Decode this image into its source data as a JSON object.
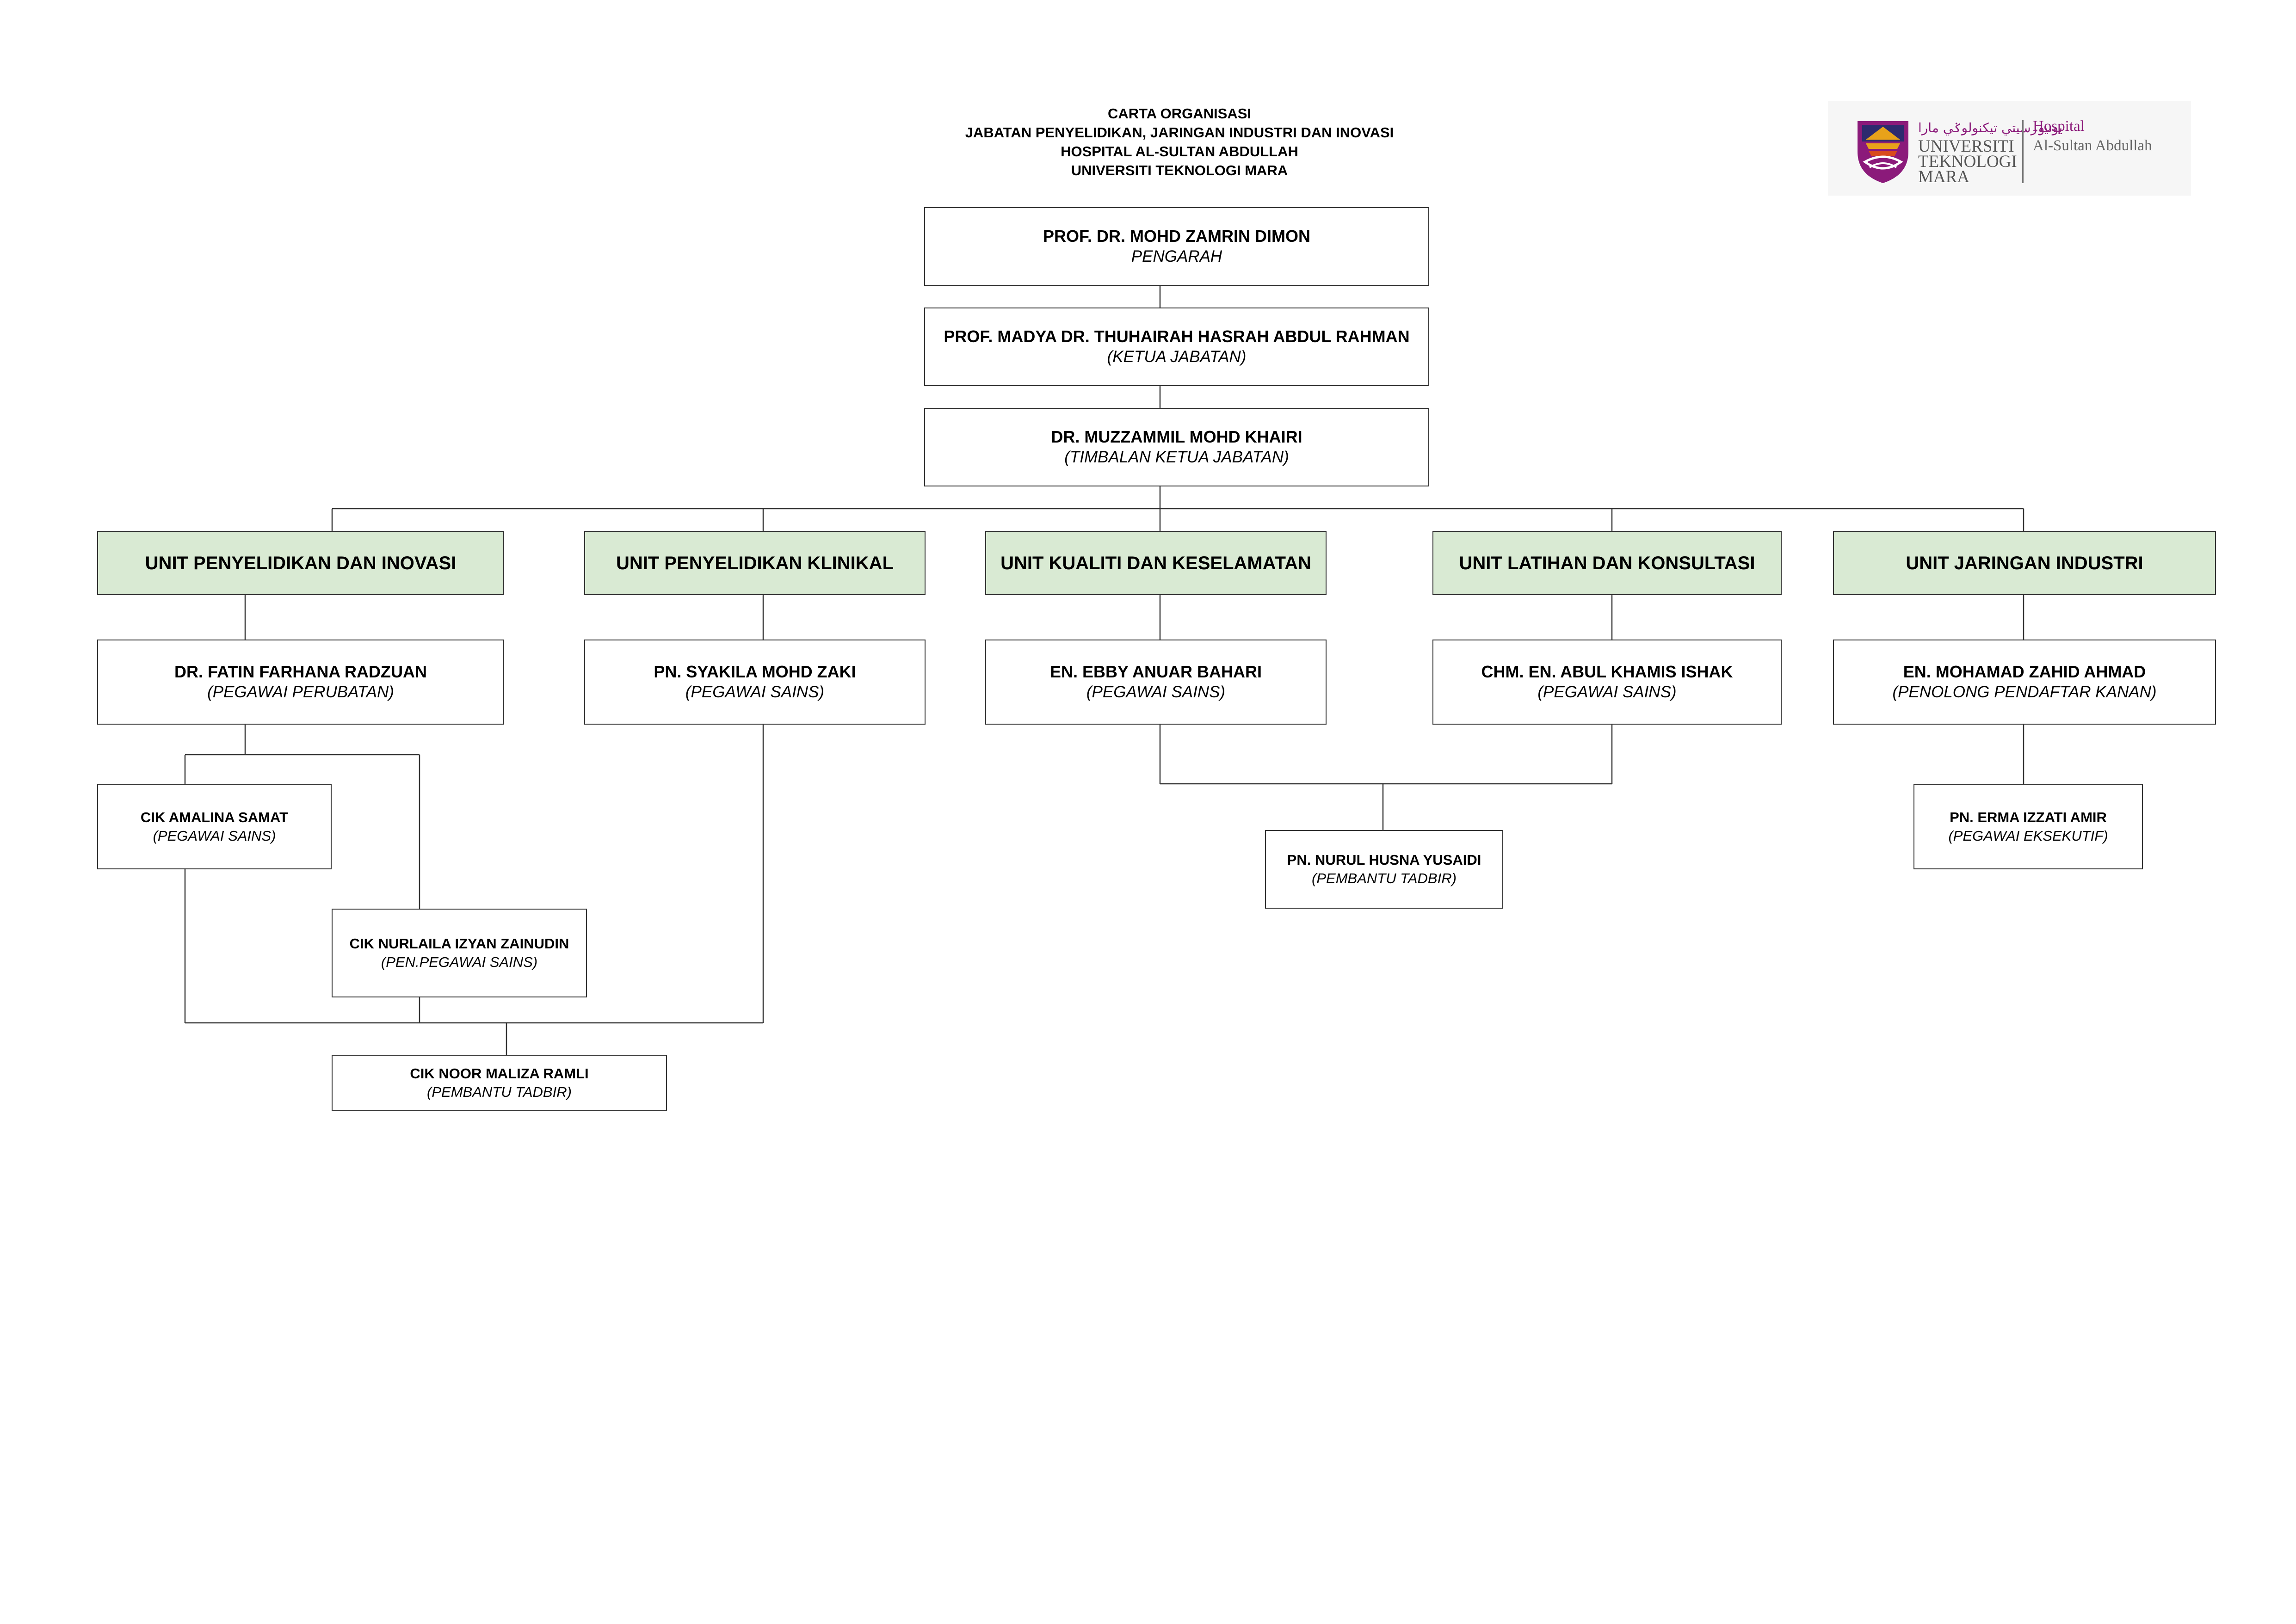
{
  "title": {
    "line1": "CARTA ORGANISASI",
    "line2": "JABATAN PENYELIDIKAN, JARINGAN INDUSTRI DAN INOVASI",
    "line3": "HOSPITAL AL-SULTAN ABDULLAH",
    "line4": "UNIVERSITI TEKNOLOGI MARA"
  },
  "logo": {
    "jawi": "يونيۏرسيتي تيكنولوݢي مارا",
    "uni_line1": "UNIVERSITI",
    "uni_line2": "TEKNOLOGI",
    "uni_line3": "MARA",
    "hospital_line1": "Hospital",
    "hospital_line2": "Al-Sultan Abdullah",
    "colors": {
      "purple": "#8b1a7a",
      "gold": "#e8a21a",
      "orange": "#d94b1c"
    }
  },
  "colors": {
    "unit_fill": "#d9ead3",
    "border": "#333333"
  },
  "people": {
    "director": {
      "name": "PROF. DR. MOHD ZAMRIN DIMON",
      "role": "PENGARAH"
    },
    "head": {
      "name": "PROF. MADYA DR. THUHAIRAH HASRAH ABDUL RAHMAN",
      "role": "(KETUA JABATAN)"
    },
    "deputy": {
      "name": "DR. MUZZAMMIL MOHD KHAIRI",
      "role": "(TIMBALAN KETUA JABATAN)"
    },
    "fatin": {
      "name": "DR. FATIN FARHANA RADZUAN",
      "role": "(PEGAWAI PERUBATAN)"
    },
    "syakila": {
      "name": "PN. SYAKILA MOHD ZAKI",
      "role": "(PEGAWAI SAINS)"
    },
    "ebby": {
      "name": "EN. EBBY ANUAR BAHARI",
      "role": "(PEGAWAI SAINS)"
    },
    "abul": {
      "name": "CHM. EN. ABUL KHAMIS ISHAK",
      "role": "(PEGAWAI SAINS)"
    },
    "zahid": {
      "name": "EN. MOHAMAD ZAHID AHMAD",
      "role": "(PENOLONG PENDAFTAR KANAN)"
    },
    "amalina": {
      "name": "CIK AMALINA SAMAT",
      "role": "(PEGAWAI SAINS)"
    },
    "nurlaila": {
      "name": "CIK NURLAILA IZYAN ZAINUDIN",
      "role": "(PEN.PEGAWAI SAINS)"
    },
    "maliza": {
      "name": "CIK NOOR MALIZA RAMLI",
      "role": "(PEMBANTU TADBIR)"
    },
    "husna": {
      "name": "PN. NURUL HUSNA YUSAIDI",
      "role": "(PEMBANTU TADBIR)"
    },
    "erma": {
      "name": "PN. ERMA IZZATI AMIR",
      "role": "(PEGAWAI EKSEKUTIF)"
    }
  },
  "units": {
    "u1": "UNIT PENYELIDIKAN DAN INOVASI",
    "u2": "UNIT PENYELIDIKAN KLINIKAL",
    "u3": "UNIT KUALITI DAN KESELAMATAN",
    "u4": "UNIT LATIHAN DAN KONSULTASI",
    "u5": "UNIT JARINGAN INDUSTRI"
  }
}
